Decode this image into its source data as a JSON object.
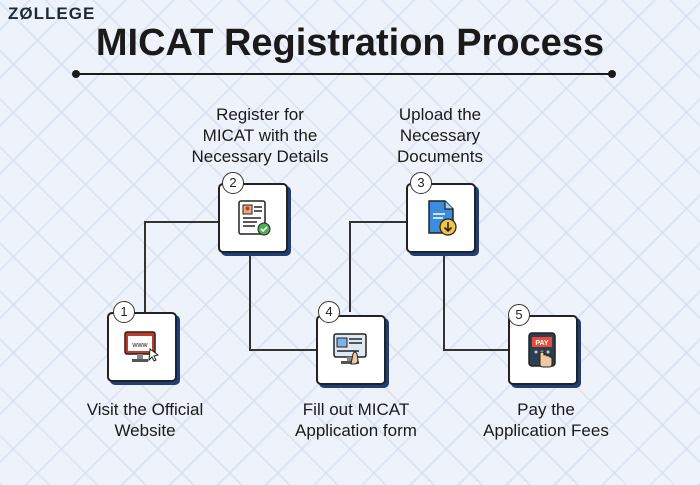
{
  "brand": "ZØLLEGE",
  "title": "MICAT Registration Process",
  "steps": [
    {
      "number": "1",
      "label": "Visit the Official\nWebsite"
    },
    {
      "number": "2",
      "label": "Register for\nMICAT with the\nNecessary Details"
    },
    {
      "number": "3",
      "label": "Upload the\nNecessary\nDocuments"
    },
    {
      "number": "4",
      "label": "Fill out MICAT\nApplication form"
    },
    {
      "number": "5",
      "label": "Pay the\nApplication Fees"
    }
  ],
  "pay_text": "PAY",
  "www_text": "www",
  "colors": {
    "accent": "#1f3f7a",
    "line": "#333333"
  }
}
